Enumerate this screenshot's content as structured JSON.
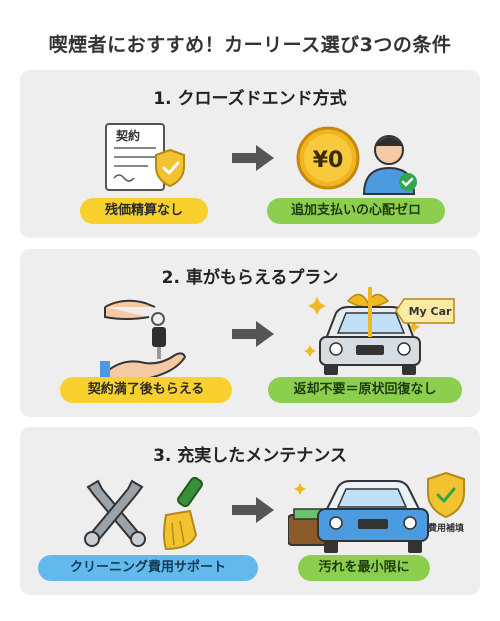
{
  "page": {
    "title": "喫煙者におすすめ！カーリース選び3つの条件"
  },
  "sections": [
    {
      "heading": "1. クローズドエンド方式",
      "left_badge": "残価精算なし",
      "right_badge": "追加支払いの心配ゼロ",
      "illus_text": {
        "contract": "契約",
        "coin": "¥0"
      }
    },
    {
      "heading": "2. 車がもらえるプラン",
      "left_badge": "契約満了後もらえる",
      "right_badge": "返却不要＝原状回復なし",
      "illus_text": {
        "tag": "My Car"
      }
    },
    {
      "heading": "3. 充実したメンテナンス",
      "left_badge": "クリーニング費用サポート",
      "right_badge": "汚れを最小限に",
      "illus_text": {
        "shield": "費用補填"
      }
    }
  ],
  "colors": {
    "yellow_badge": "#f8d12f",
    "green_badge": "#8ccf4e",
    "blue_badge": "#64b9ec",
    "card_bg": "#eeeeee"
  }
}
